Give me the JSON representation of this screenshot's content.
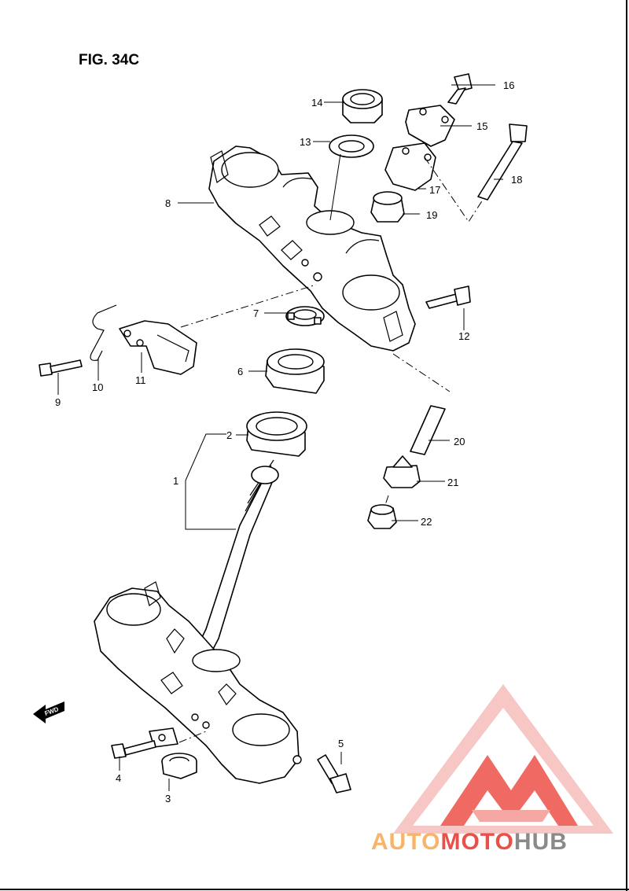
{
  "figure": {
    "title": "FIG. 34C"
  },
  "fwd_label": "FWD",
  "parts": [
    {
      "number": "1"
    },
    {
      "number": "2"
    },
    {
      "number": "3"
    },
    {
      "number": "4"
    },
    {
      "number": "5"
    },
    {
      "number": "6"
    },
    {
      "number": "7"
    },
    {
      "number": "8"
    },
    {
      "number": "9"
    },
    {
      "number": "10"
    },
    {
      "number": "11"
    },
    {
      "number": "12"
    },
    {
      "number": "13"
    },
    {
      "number": "14"
    },
    {
      "number": "15"
    },
    {
      "number": "16"
    },
    {
      "number": "17"
    },
    {
      "number": "18"
    },
    {
      "number": "19"
    },
    {
      "number": "20"
    },
    {
      "number": "21"
    },
    {
      "number": "22"
    }
  ],
  "watermark": {
    "logo_icon": "triangle-m-logo",
    "word_part1": "AUTO",
    "word_part2": "MOTO",
    "word_part3": "HUB",
    "colors": {
      "pink": "#f4a7a3",
      "red": "#e9504a",
      "orange": "#f7b46a",
      "gray": "#8a8a8a"
    }
  }
}
